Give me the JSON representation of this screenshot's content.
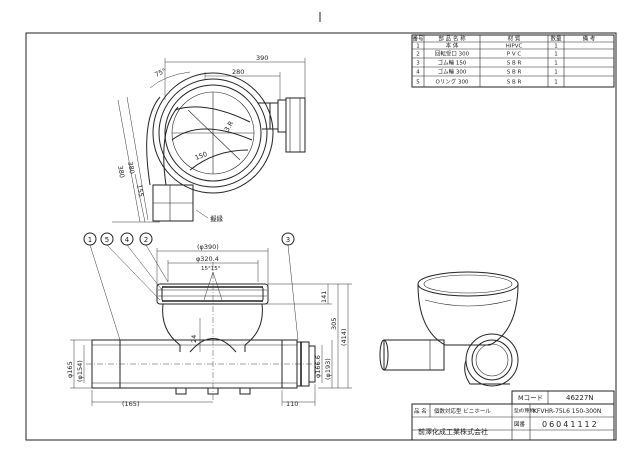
{
  "parts_table": {
    "headers": [
      "番号",
      "部 品 名 称",
      "材 質",
      "数量",
      "備 考"
    ],
    "rows": [
      [
        "1",
        "本 体",
        "HIPVC",
        "1",
        ""
      ],
      [
        "2",
        "回転受口 300",
        "P V C",
        "1",
        ""
      ],
      [
        "3",
        "ゴム輪 150",
        "S B R",
        "1",
        ""
      ],
      [
        "4",
        "ゴム輪 300",
        "S B R",
        "1",
        ""
      ],
      [
        "5",
        "Oリング 300",
        "S B R",
        "1",
        ""
      ]
    ]
  },
  "title_block": {
    "code_label": "Mコード",
    "code_value": "46227N",
    "name_label": "品 名",
    "name_value": "個数対応型 ビニホール",
    "model_label": "型式(種類)",
    "model_value": "KFVHR-75L6 150-300N",
    "drawing_label": "図番",
    "drawing_value": "06041112",
    "company": "前澤化成工業株式会社"
  },
  "plan_view": {
    "dim_390": "390",
    "dim_280": "280",
    "angle_75": "75°",
    "dim_380a": "380",
    "dim_380b": "380",
    "dim_155": "155",
    "r_label": "3.R",
    "dim_150": "150",
    "bracket_label": "擬縁"
  },
  "section_view": {
    "balloons": [
      "1",
      "5",
      "4",
      "2",
      "3"
    ],
    "dim_phi390": "(φ390)",
    "dim_phi320": "φ320.4",
    "angle_15": "15°15°",
    "dim_141": "141",
    "dim_305": "305",
    "dim_414": "(414)",
    "dim_24": "24",
    "dim_phi165": "φ165",
    "dim_phi154": "(φ154)",
    "dim_phi166": "φ166.6",
    "dim_phi193": "(φ193)",
    "dim_165": "(165)",
    "dim_110": "110"
  }
}
